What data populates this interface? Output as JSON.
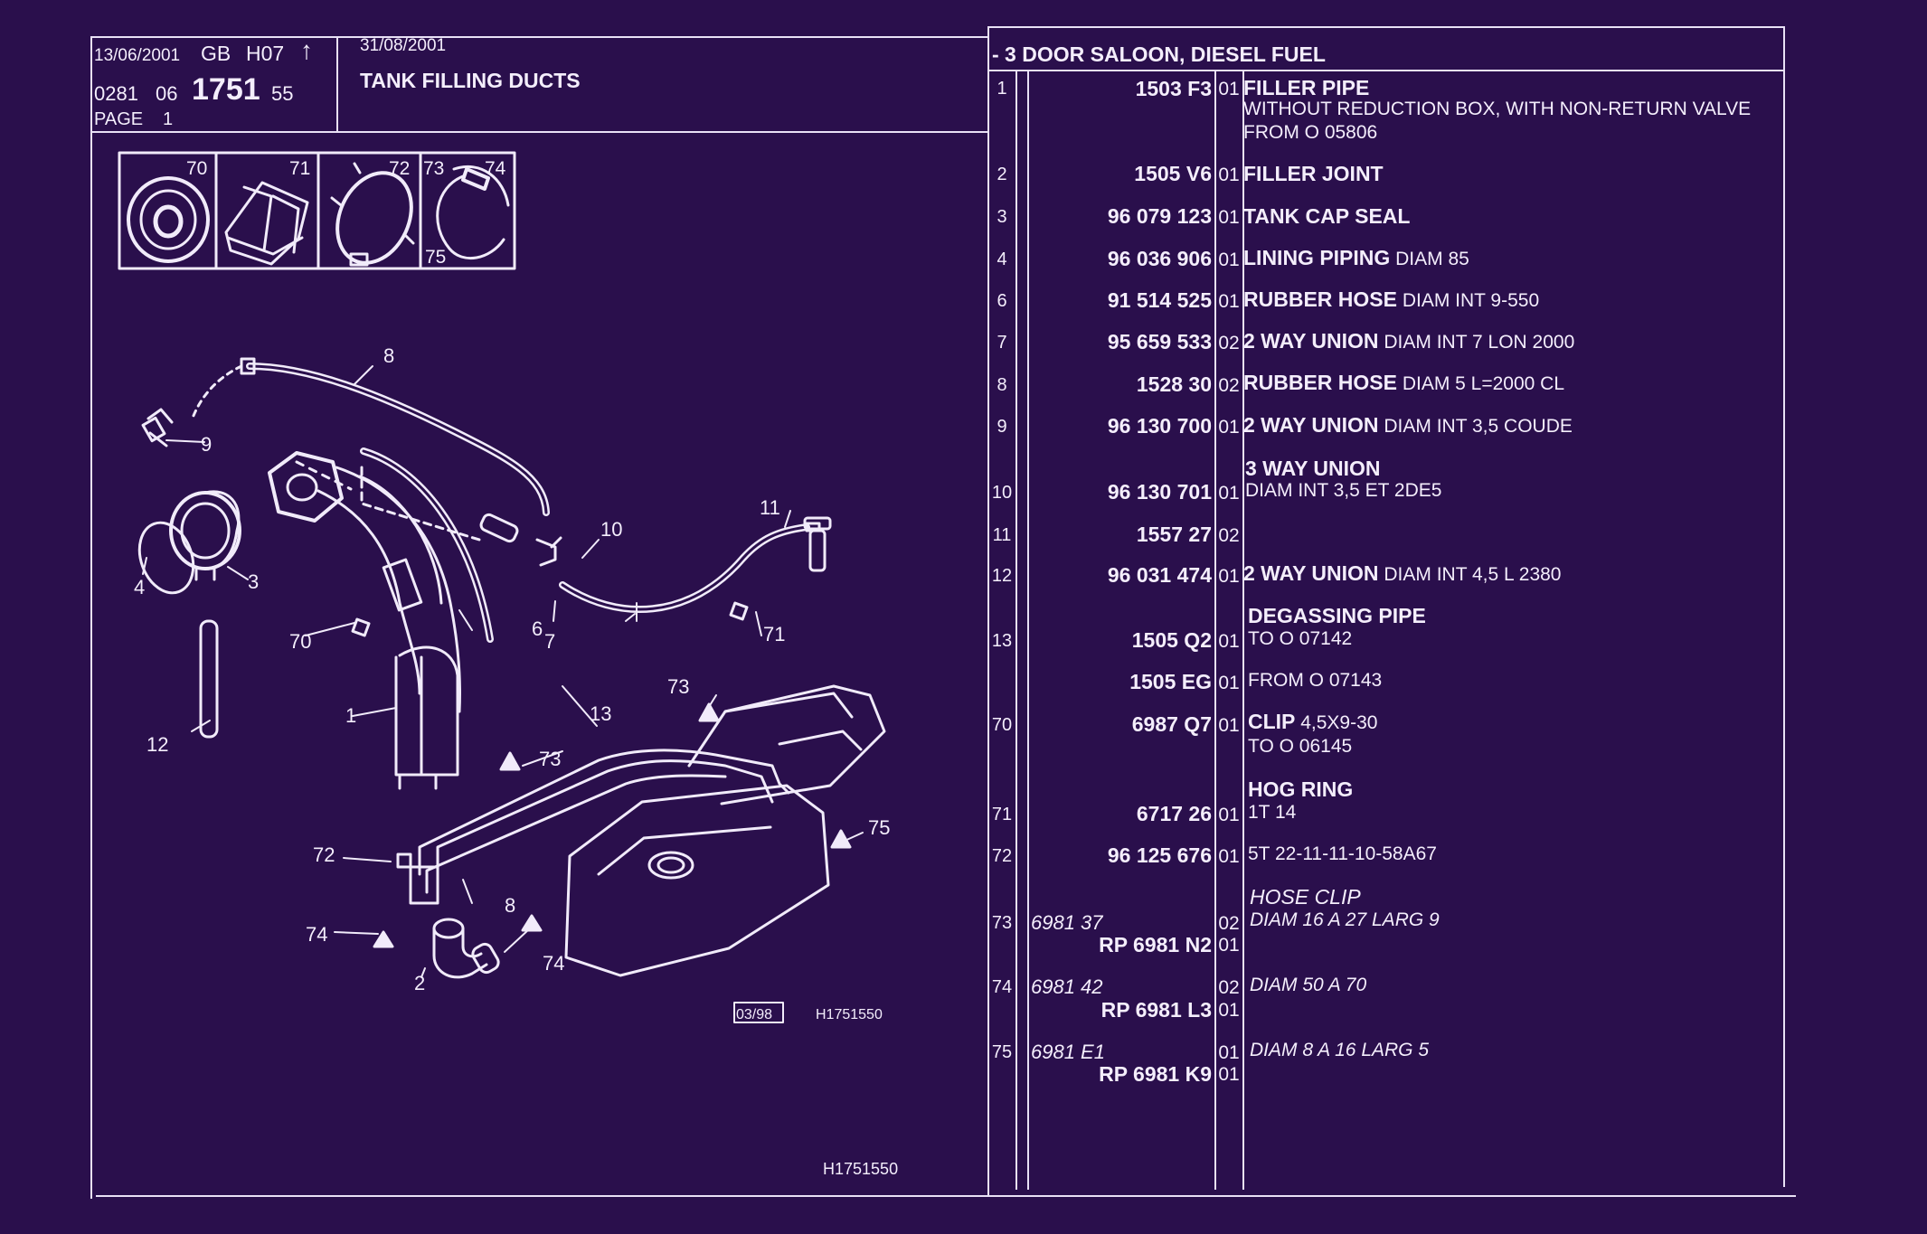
{
  "header": {
    "date_print": "13/06/2001",
    "country": "GB",
    "code": "H07",
    "ref_prefix": "0281",
    "ref_group": "06",
    "ref_main": "1751",
    "ref_suffix": "55",
    "page_label": "PAGE",
    "page_number": "1",
    "date_valid": "31/08/2001",
    "title": "TANK FILLING DUCTS",
    "model": "- 3 DOOR SALOON, DIESEL FUEL"
  },
  "diagram": {
    "callouts": [
      "70",
      "71",
      "72",
      "73",
      "74",
      "75",
      "8",
      "9",
      "3",
      "4",
      "10",
      "11",
      "7",
      "6",
      "70",
      "71",
      "1",
      "12",
      "13",
      "73",
      "73",
      "75",
      "72",
      "8",
      "74",
      "74",
      "2"
    ],
    "stamp_date": "03/98",
    "stamp_code": "H1751550",
    "footer_code": "H1751550"
  },
  "parts": [
    {
      "ref": "1",
      "part": "1503 F3",
      "qty": "01",
      "name": "FILLER PIPE",
      "lines": [
        "WITHOUT REDUCTION BOX, WITH NON-RETURN VALVE",
        "FROM  O  05806"
      ]
    },
    {
      "ref": "2",
      "part": "1505 V6",
      "qty": "01",
      "name": "FILLER JOINT"
    },
    {
      "ref": "3",
      "part": "96 079 123",
      "qty": "01",
      "name": "TANK CAP SEAL"
    },
    {
      "ref": "4",
      "part": "96 036 906",
      "qty": "01",
      "name": "LINING PIPING",
      "extra": "DIAM 85"
    },
    {
      "ref": "6",
      "part": "91 514 525",
      "qty": "01",
      "name": "RUBBER HOSE",
      "extra": "DIAM INT 9-550"
    },
    {
      "ref": "7",
      "part": "95 659 533",
      "qty": "02",
      "name": "2 WAY UNION",
      "extra": "DIAM INT 7 LON 2000"
    },
    {
      "ref": "8",
      "part": "1528 30",
      "qty": "02",
      "name": "RUBBER HOSE",
      "extra": "DIAM 5 L=2000 CL"
    },
    {
      "ref": "9",
      "part": "96 130 700",
      "qty": "01",
      "name": "2 WAY UNION",
      "extra": "DIAM INT 3,5 COUDE"
    },
    {
      "ref": "10",
      "part": "96 130 701",
      "qty": "01",
      "name": "3 WAY UNION",
      "lines": [
        "DIAM INT 3,5 ET 2DE5"
      ]
    },
    {
      "ref": "11",
      "part": "1557 27",
      "qty": "02"
    },
    {
      "ref": "12",
      "part": "96 031 474",
      "qty": "01",
      "name": "2 WAY UNION",
      "extra": "DIAM INT 4,5 L 2380"
    },
    {
      "ref": "13",
      "part": "1505 Q2",
      "qty": "01",
      "name": "DEGASSING PIPE",
      "lines": [
        "TO  O  07142"
      ]
    },
    {
      "ref": "",
      "part": "1505 EG",
      "qty": "01",
      "lines": [
        "FROM  O  07143"
      ]
    },
    {
      "ref": "70",
      "part": "6987 Q7",
      "qty": "01",
      "name": "CLIP",
      "extra": "4,5X9-30",
      "lines": [
        "TO  O  06145"
      ]
    },
    {
      "ref": "71",
      "part": "6717 26",
      "qty": "01",
      "name": "HOG RING",
      "lines": [
        "1T 14"
      ]
    },
    {
      "ref": "72",
      "part": "96 125 676",
      "qty": "01",
      "lines": [
        "5T 22-11-11-10-58A67"
      ]
    },
    {
      "ref": "73",
      "alt": "6981 37",
      "qty": "02",
      "name_italic": "HOSE CLIP",
      "lines": [
        "DIAM 16 A 27 LARG 9"
      ],
      "rp": "RP  6981 N2",
      "rp_qty": "01"
    },
    {
      "ref": "74",
      "alt": "6981 42",
      "qty": "02",
      "lines": [
        "DIAM 50 A 70"
      ],
      "rp": "RP  6981 L3",
      "rp_qty": "01"
    },
    {
      "ref": "75",
      "alt": "6981 E1",
      "qty": "01",
      "lines": [
        "DIAM 8 A 16 LARG 5"
      ],
      "rp": "RP  6981 K9",
      "rp_qty": "01"
    }
  ]
}
